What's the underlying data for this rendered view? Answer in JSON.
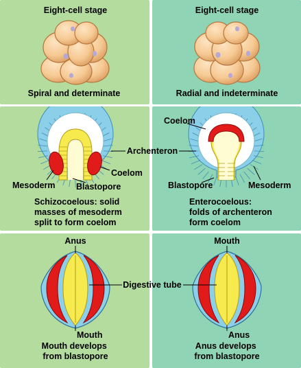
{
  "colors": {
    "left_panel": "#b4dc9f",
    "right_panel": "#8fd4b5",
    "embryo_cell": "#f6c993",
    "cell_nucleus": "#b4a8d8",
    "ectoderm": "#8ccfe8",
    "endoderm": "#f6ea4e",
    "mesoderm": "#e11a1a",
    "gut_cavity": "#fffbd2"
  },
  "rows": {
    "cleavage": {
      "left": {
        "stage_label": "Eight-cell stage",
        "caption": "Spiral and determinate"
      },
      "right": {
        "stage_label": "Eight-cell stage",
        "caption": "Radial and indeterminate"
      }
    },
    "coelom_formation": {
      "center_label": "Archenteron",
      "left": {
        "coelom_label": "Coelom",
        "mesoderm_label": "Mesoderm",
        "blastopore_label": "Blastopore",
        "caption_lines": [
          "Schizocoelous: solid",
          "masses of mesoderm",
          "split to form coelom"
        ]
      },
      "right": {
        "coelom_label": "Coelom",
        "blastopore_label": "Blastopore",
        "mesoderm_label": "Mesoderm",
        "caption_lines": [
          "Enterocoelous:",
          "folds of archenteron",
          "form coelom"
        ]
      }
    },
    "fate_of_blastopore": {
      "center_label": "Digestive tube",
      "left": {
        "top_label": "Anus",
        "bottom_label": "Mouth",
        "caption_lines": [
          "Mouth develops",
          "from blastopore"
        ]
      },
      "right": {
        "top_label": "Mouth",
        "bottom_label": "Anus",
        "caption_lines": [
          "Anus develops",
          "from blastopore"
        ]
      }
    }
  }
}
